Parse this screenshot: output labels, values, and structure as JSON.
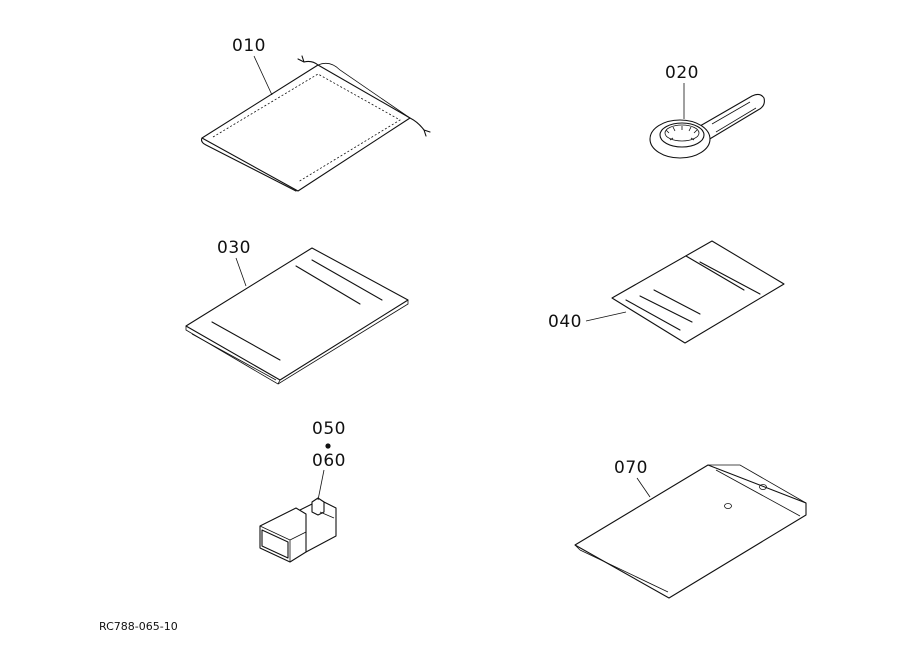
{
  "parts": [
    {
      "id": "010"
    },
    {
      "id": "020"
    },
    {
      "id": "030"
    },
    {
      "id": "040"
    },
    {
      "id": "050"
    },
    {
      "id": "060"
    },
    {
      "id": "070"
    }
  ],
  "drawing_code": "RC788-065-10"
}
